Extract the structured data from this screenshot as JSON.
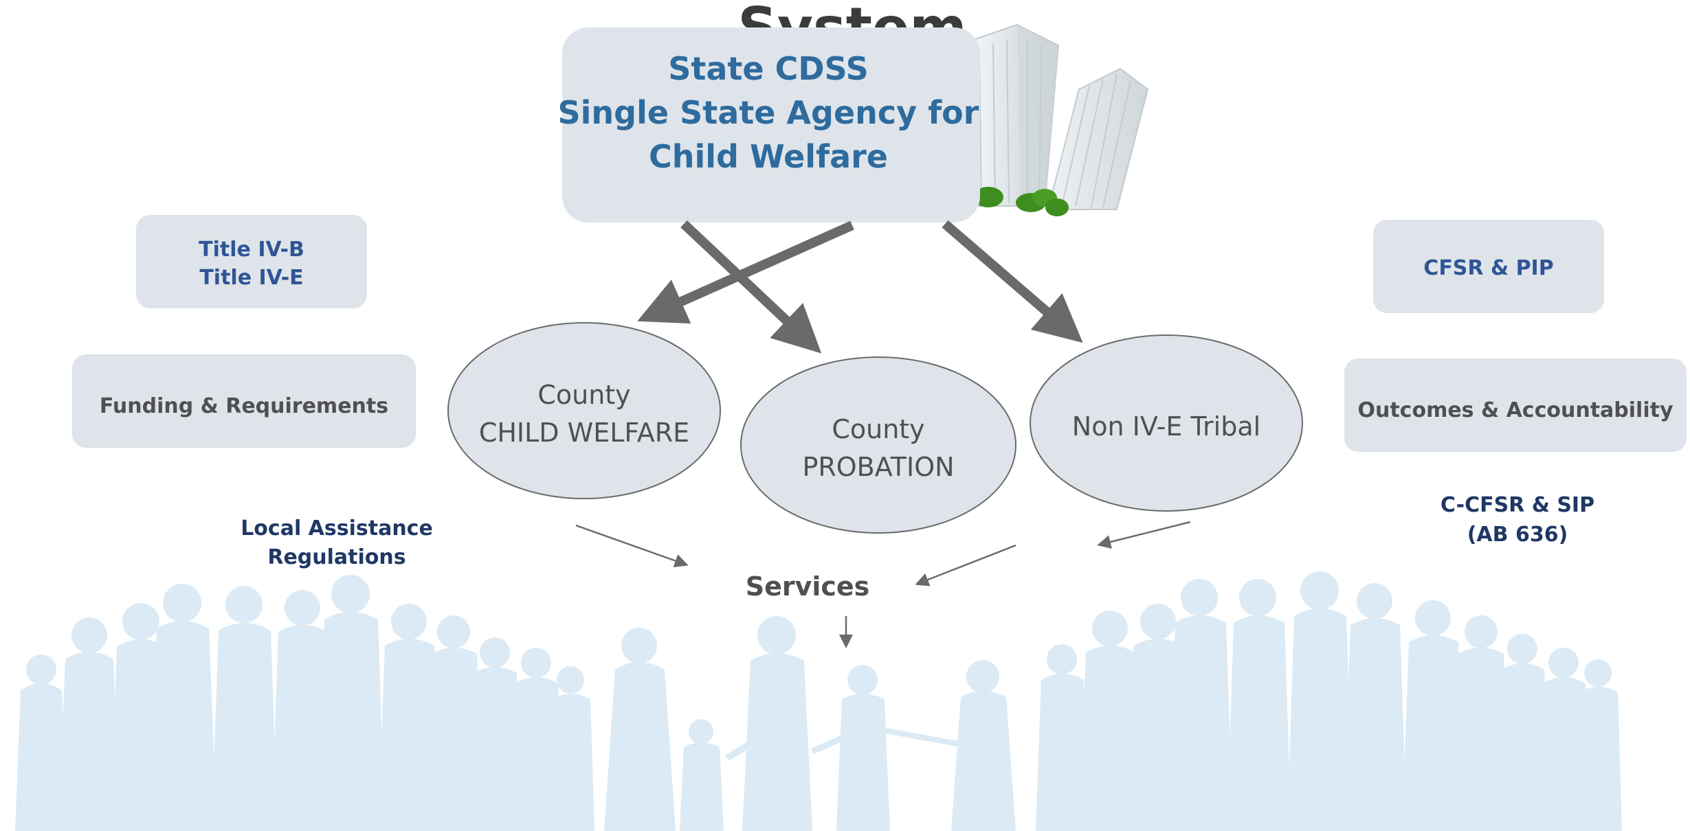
{
  "heading": "System",
  "state_box": {
    "line1": "State CDSS",
    "line2": "Single State Agency for",
    "line3": "Child Welfare"
  },
  "left": {
    "titles_line1": "Title IV-B",
    "titles_line2": "Title IV-E",
    "funding": "Funding & Requirements",
    "local_line1": "Local Assistance",
    "local_line2": "Regulations"
  },
  "right": {
    "cfsr": "CFSR & PIP",
    "outcomes": "Outcomes & Accountability",
    "ccfsr_line1": "C-CFSR & SIP",
    "ccfsr_line2": "(AB 636)"
  },
  "ellipses": {
    "cw_line1": "County",
    "cw_line2": "CHILD WELFARE",
    "prob_line1": "County",
    "prob_line2": "PROBATION",
    "tribal": "Non IV-E Tribal"
  },
  "services": "Services",
  "colors": {
    "box_fill": "#dfe4ea",
    "state_title": "#2e6b9e",
    "blue_label": "#2f5597",
    "navy_label": "#1f3864",
    "gray_text": "#505050",
    "arrow": "#6a6a6a",
    "people": "#dbeaf4",
    "building_green": "#3e8e1f"
  }
}
